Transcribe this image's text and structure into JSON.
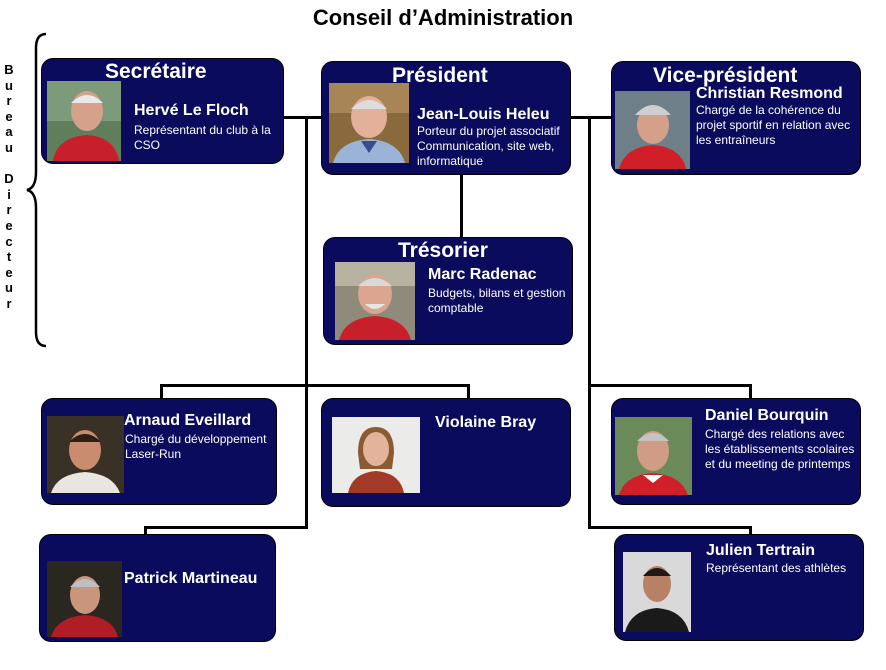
{
  "page": {
    "title": "Conseil d’Administration"
  },
  "side_label": {
    "letters": [
      "B",
      "u",
      "r",
      "e",
      "a",
      "u",
      "",
      "D",
      "i",
      "r",
      "e",
      "c",
      "t",
      "e",
      "u",
      "r"
    ]
  },
  "members": {
    "secretaire": {
      "role": "Secrétaire",
      "name": "Hervé Le Floch",
      "desc": [
        "Représentant du club à la",
        "CSO"
      ]
    },
    "president": {
      "role": "Président",
      "name": "Jean-Louis Heleu",
      "desc": [
        "Porteur du projet associatif",
        "Communication, site web,",
        "informatique"
      ]
    },
    "vice_president": {
      "role": "Vice-président",
      "name": "Christian Resmond",
      "desc": [
        "Chargé de la cohérence du",
        "projet sportif en relation avec",
        "les entraîneurs"
      ]
    },
    "tresorier": {
      "role": "Trésorier",
      "name": "Marc Radenac",
      "desc": [
        "Budgets, bilans et gestion",
        "comptable"
      ]
    },
    "arnaud": {
      "name": "Arnaud Eveillard",
      "desc": [
        "Chargé du développement",
        "Laser-Run"
      ]
    },
    "violaine": {
      "name": "Violaine Bray"
    },
    "daniel": {
      "name": "Daniel Bourquin",
      "desc": [
        "Chargé des relations avec",
        "les établissements scolaires",
        "et du meeting de printemps"
      ]
    },
    "patrick": {
      "name": "Patrick Martineau"
    },
    "julien": {
      "name": "Julien Tertrain",
      "desc": [
        "Représentant des athlètes"
      ]
    }
  },
  "colors": {
    "box_fill": "#0b0b5e",
    "connector": "#000000",
    "text": "#ffffff"
  }
}
